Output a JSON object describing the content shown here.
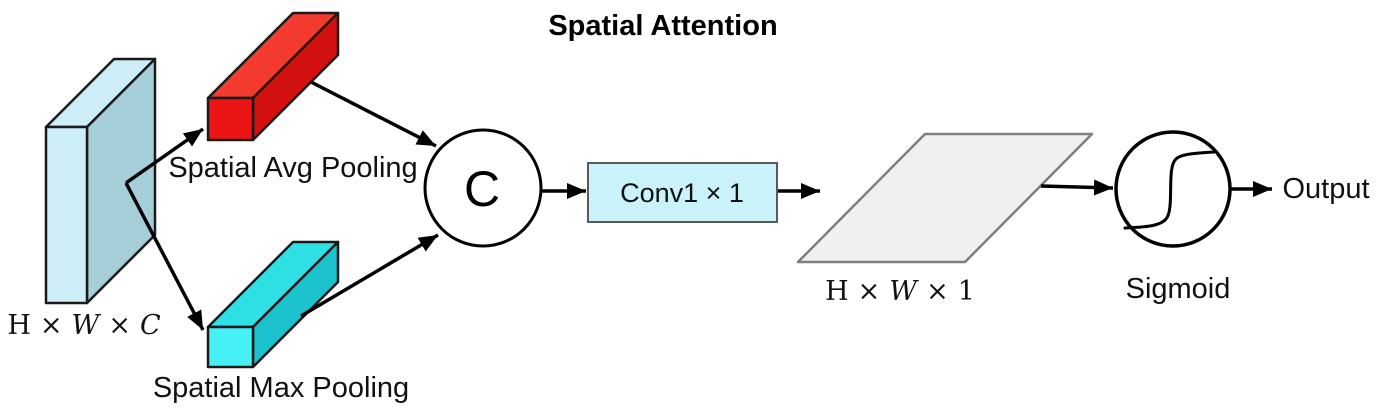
{
  "title": "Spatial Attention",
  "input_tensor": {
    "dims": [
      "H",
      "×",
      "W",
      "×",
      "C"
    ]
  },
  "branches": {
    "avg": {
      "label": "Spatial Avg Pooling"
    },
    "max": {
      "label": "Spatial Max Pooling"
    }
  },
  "concat": {
    "symbol": "C"
  },
  "conv": {
    "label": "Conv1 × 1"
  },
  "feature_map": {
    "dims": [
      "H",
      "×",
      "W",
      "×",
      "1"
    ]
  },
  "activation": {
    "label": "Sigmoid"
  },
  "output": {
    "label": "Output"
  },
  "colors": {
    "tensor_front": "#cdeef6",
    "tensor_top": "#cdeef6",
    "tensor_side": "#a6ced8",
    "avg_top": "#f23a2e",
    "avg_front": "#ec1515",
    "avg_side": "#d31111",
    "max_top": "#2fe0e4",
    "max_front": "#45f1f5",
    "max_side": "#1cc3cf",
    "conv_fill": "#c9f3f9",
    "conv_border": "#595959",
    "map_fill": "#f0f0f0",
    "map_border": "#7f7f7f",
    "line": "#000000"
  }
}
